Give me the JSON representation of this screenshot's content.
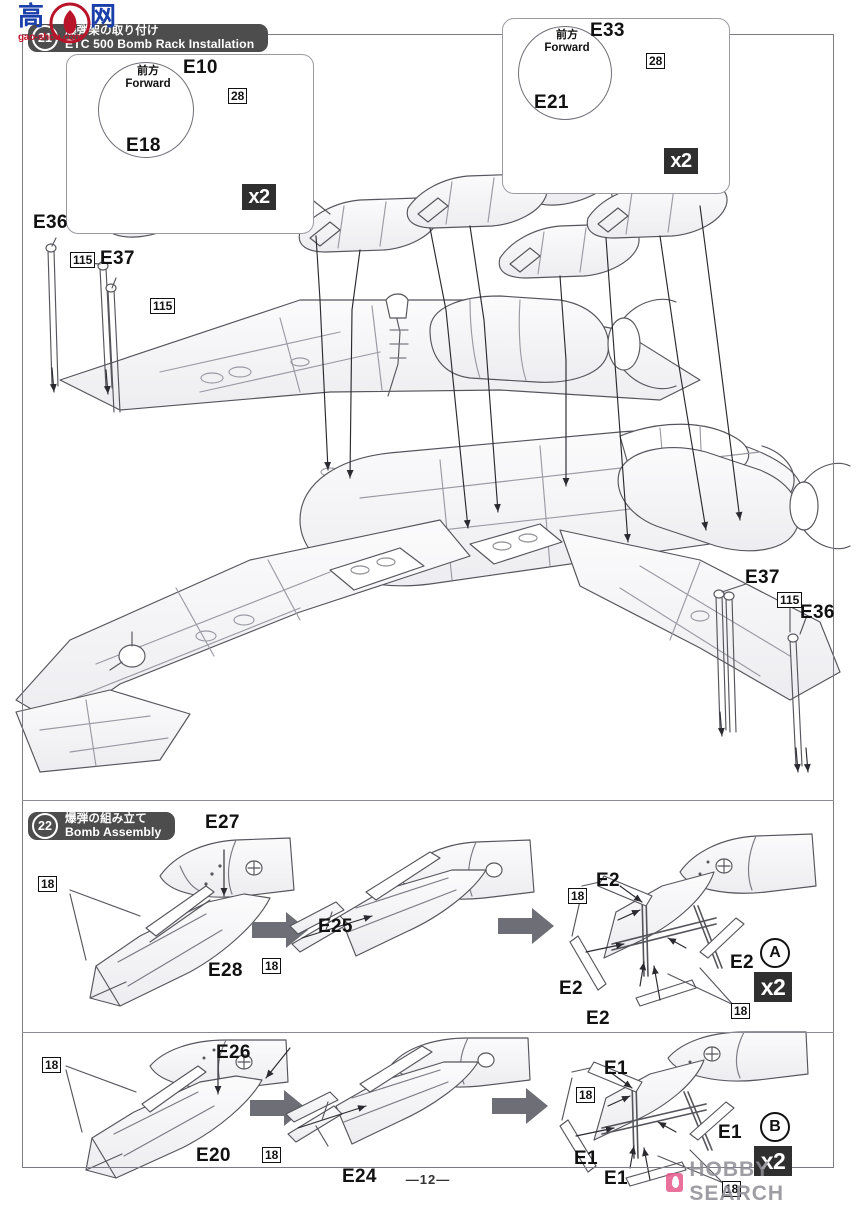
{
  "page": {
    "number": "—12—",
    "sheet_kind": "model-kit-instruction-sheet"
  },
  "watermarks": {
    "gaoshou": {
      "char1": "高",
      "char2": "网",
      "url": "gao-shou.com"
    },
    "hobbysearch": {
      "text": "HOBBY SEARCH",
      "icon": "flame-icon"
    }
  },
  "sections": [
    {
      "number": "21",
      "jp_title": "爆弾架の取り付け",
      "en_title": "ETC 500 Bomb Rack Installation"
    },
    {
      "number": "22",
      "jp_title": "爆弾の組み立て",
      "en_title": "Bomb Assembly"
    }
  ],
  "inset_left": {
    "forward_jp": "前方",
    "forward_en": "Forward",
    "parts": [
      "E10",
      "E18"
    ],
    "part_number_box": "28",
    "multiplier": "x2"
  },
  "inset_right": {
    "forward_jp": "前方",
    "forward_en": "Forward",
    "parts": [
      "E33",
      "E21"
    ],
    "part_number_box": "28",
    "multiplier": "x2"
  },
  "main_assembly": {
    "left_labels": [
      "E36",
      "E37"
    ],
    "right_labels": [
      "E37",
      "E36"
    ],
    "boxnum_left": [
      "115",
      "115"
    ],
    "boxnum_right": [
      "115"
    ],
    "boxnum_115": "115"
  },
  "bomb_assembly": {
    "row_a": {
      "variant": "A",
      "multiplier": "x2",
      "step1_labels": [
        "E27",
        "E28"
      ],
      "step1_boxnum": "18",
      "step2_labels": [
        "E25"
      ],
      "step2_boxnum": "18",
      "step3_labels": [
        "E2",
        "E2",
        "E2",
        "E2"
      ],
      "step3_boxnum": [
        "18",
        "18"
      ]
    },
    "row_b": {
      "variant": "B",
      "multiplier": "x2",
      "step1_labels": [
        "E26",
        "E20"
      ],
      "step1_boxnum": "18",
      "step2_labels": [
        "E24"
      ],
      "step2_boxnum": "18",
      "step3_labels": [
        "E1",
        "E1",
        "E1",
        "E1"
      ],
      "step3_boxnum": [
        "18",
        "18"
      ]
    }
  },
  "colors": {
    "line": "#55555c",
    "header_bg": "#4d4d4d",
    "chip_bg": "#2f2f2f",
    "arrow_grey": "#6e6e76",
    "paper": "#ffffff"
  }
}
